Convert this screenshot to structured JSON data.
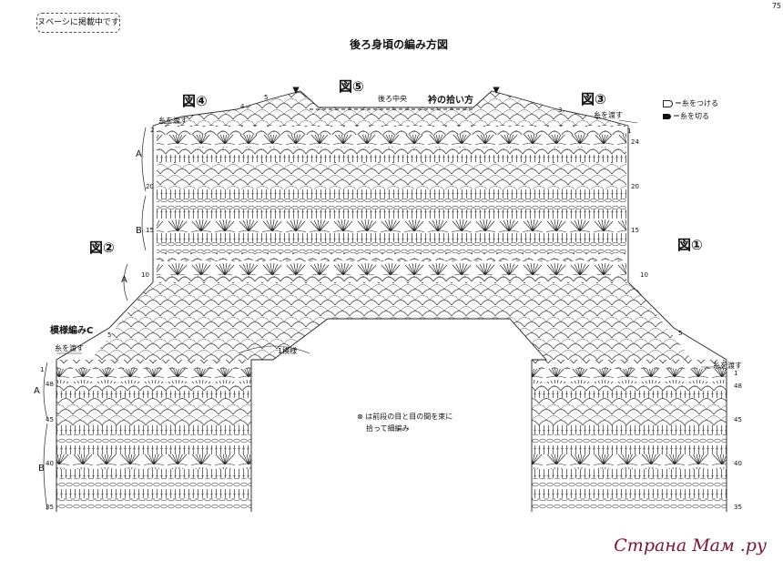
{
  "page_tag": "ヌベーシに掲載中です",
  "title": "後ろ身頃の編み方図",
  "page_number": "75",
  "figures": {
    "fig1": "図①",
    "fig2": "図②",
    "fig3": "図③",
    "fig4": "図④",
    "fig5": "図⑤"
  },
  "top_labels": {
    "back_center": "後ろ中央",
    "collar_pickup": "衿の拾い方"
  },
  "legend": {
    "attach_yarn": "＝糸をつける",
    "cut_yarn": "＝糸を切る"
  },
  "yarn_carry": "糸を渡す",
  "pattern_c": "模様編みC",
  "repeat_label": "1模様",
  "section_a": "A",
  "section_b": "B",
  "note_line1": "⊗ は前段の目と目の間を束に",
  "note_line2": "拾って細編み",
  "row_numbers": {
    "r1": "1",
    "r2": "2",
    "r3": "3",
    "r4": "4",
    "r5": "5",
    "r10": "10",
    "r15": "15",
    "r20": "20",
    "r24": "24",
    "r35": "35",
    "r40": "40",
    "r45": "45",
    "r48": "48"
  },
  "watermark": "Страна Мам .ру"
}
